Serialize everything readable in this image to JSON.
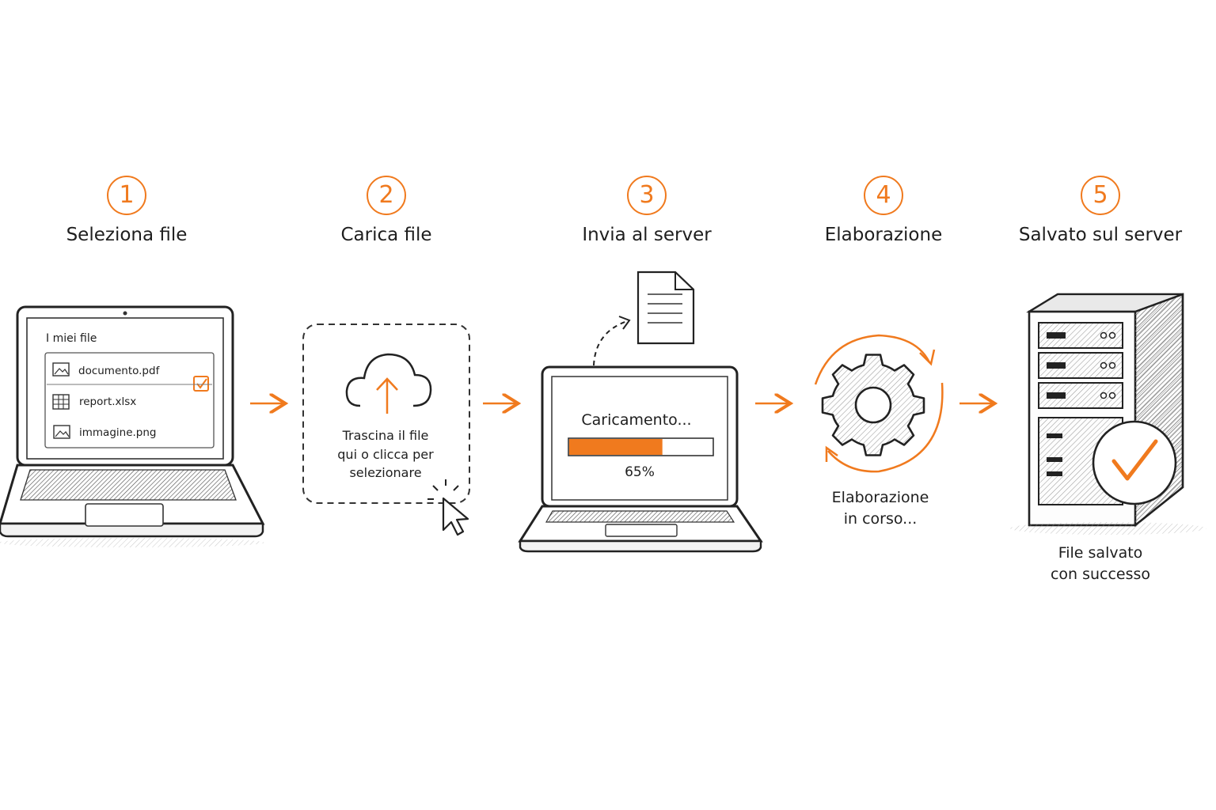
{
  "steps": [
    {
      "number": "1",
      "title": "Seleziona file"
    },
    {
      "number": "2",
      "title": "Carica file"
    },
    {
      "number": "3",
      "title": "Invia al server"
    },
    {
      "number": "4",
      "title": "Elaborazione"
    },
    {
      "number": "5",
      "title": "Salvato sul server"
    }
  ],
  "file_window": {
    "title": "I miei file",
    "files": [
      {
        "name": "documento.pdf",
        "icon": "image-icon",
        "selected": true
      },
      {
        "name": "report.xlsx",
        "icon": "spreadsheet-icon",
        "selected": false
      },
      {
        "name": "immagine.png",
        "icon": "image-icon",
        "selected": false
      }
    ]
  },
  "dropzone": {
    "line1": "Trascina il file",
    "line2": "qui o clicca per",
    "line3": "selezionare"
  },
  "upload": {
    "status": "Caricamento...",
    "progress": 0.65,
    "progress_label": "65%"
  },
  "processing": {
    "line1": "Elaborazione",
    "line2": "in corso..."
  },
  "saved": {
    "line1": "File salvato",
    "line2": "con successo"
  },
  "colors": {
    "accent": "#F07A1E",
    "ink": "#222222"
  }
}
